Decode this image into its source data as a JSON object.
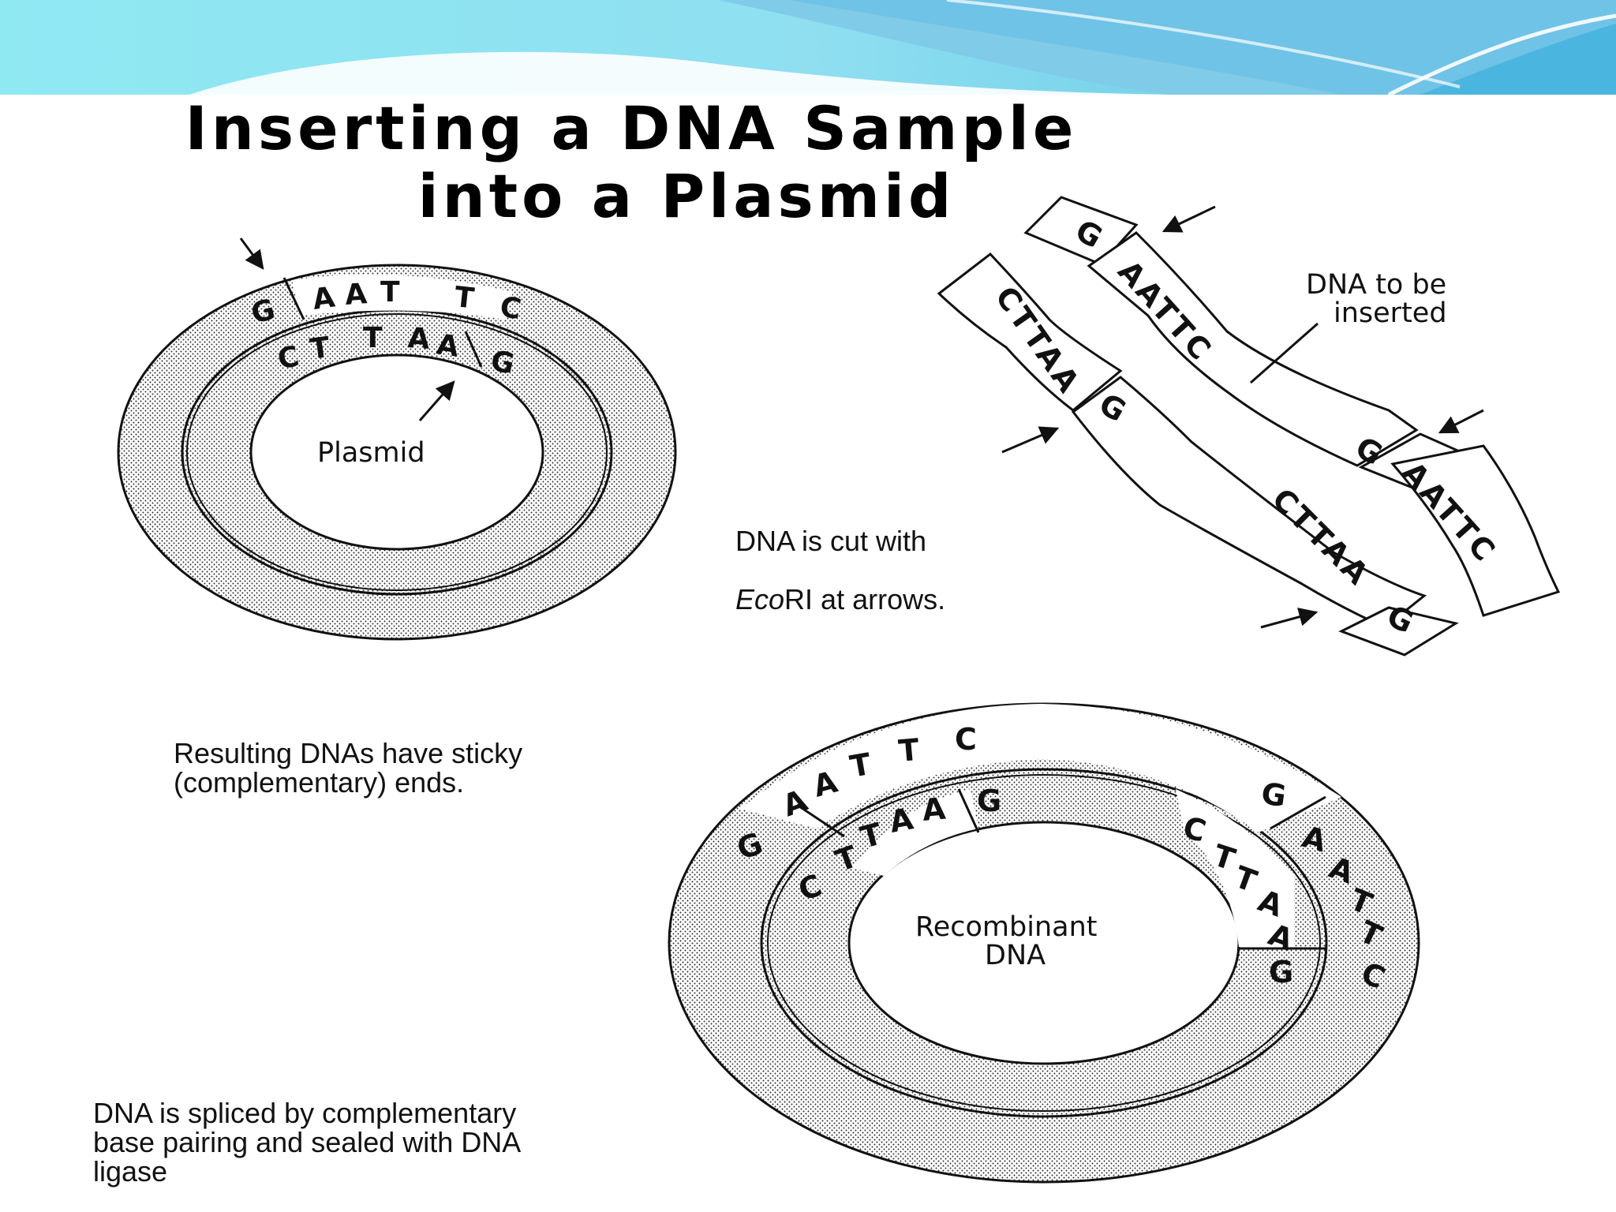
{
  "slide": {
    "title_line1": "Inserting a DNA Sample",
    "title_line2": "into a Plasmid",
    "colors": {
      "banner_light": "#8be9f2",
      "banner_dark": "#45bde0",
      "ink": "#111111",
      "dot_fill": "#e9e9e9"
    }
  },
  "labels": {
    "plasmid": "Plasmid",
    "dna_to_insert_line1": "DNA to be",
    "dna_to_insert_line2": "inserted",
    "cut_line1": "DNA is cut with",
    "cut_enzyme": "Eco",
    "cut_line2_rest": "RI at arrows.",
    "sticky": "Resulting DNAs have sticky\n(complementary) ends.",
    "spliced": "DNA is spliced by complementary\nbase pairing and sealed with DNA\nligase",
    "recombinant_line1": "Recombinant",
    "recombinant_line2": "DNA"
  },
  "plasmid_bases": {
    "outer_left": "G",
    "outer_overhang": [
      "A",
      "A",
      "T",
      "T",
      "C"
    ],
    "inner_overhang": [
      "C",
      "T",
      "T",
      "A",
      "A"
    ],
    "inner_right": "G"
  },
  "fragment_bases": {
    "top_outer_end": "G",
    "top_overhang": "AATTC",
    "left_overhang": "CTTAA",
    "left_end": "G",
    "right_end": "G",
    "right_overhang": "AATTC",
    "bottom_overhang": "CTTAA",
    "bottom_end": "G"
  },
  "recombinant_bases": {
    "outer_top": [
      "A",
      "A",
      "T",
      "T",
      "C"
    ],
    "outer_left_end": "G",
    "inner_left": [
      "C",
      "T",
      "T",
      "A",
      "A"
    ],
    "inner_left_end": "G",
    "outer_right_end": "G",
    "outer_right": [
      "A",
      "A",
      "T",
      "T",
      "C"
    ],
    "inner_right": [
      "C",
      "T",
      "T",
      "A",
      "A"
    ],
    "inner_right_end": "G"
  }
}
